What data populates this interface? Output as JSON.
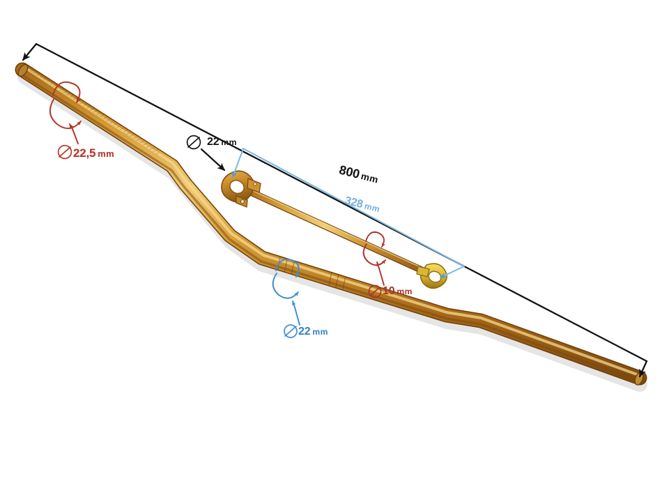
{
  "image": {
    "subject": "motorcycle handlebar with crossbar brace",
    "background_color": "#ffffff",
    "finish_color_gold": "#c8882a",
    "finish_color_gold_light": "#e3b55a",
    "finish_color_gold_dark": "#8a5a15",
    "brace_ring_color": "#e8c536"
  },
  "annotations": {
    "diameter_symbol": "⌀",
    "left_grip_diameter": {
      "value": "22,5",
      "unit": "mm",
      "color": "#b5372b",
      "target": "left-grip-end"
    },
    "clamp_diameter": {
      "value": "22",
      "unit": "mm",
      "color": "#141414",
      "target": "crossbar-clamp"
    },
    "brace_rod_diameter": {
      "value": "10",
      "unit": "mm",
      "color": "#a8332a",
      "target": "crossbar-rod"
    },
    "bar_center_diameter": {
      "value": "22",
      "unit": "mm",
      "color": "#2f7fc4",
      "target": "handlebar-center-section"
    },
    "overall_width": {
      "value": "800",
      "unit": "mm",
      "color": "#101010",
      "target": "handlebar-end-to-end"
    },
    "crossbar_width": {
      "value": "328",
      "unit": "mm",
      "color": "#74aede",
      "target": "crossbar-clamp-to-clamp"
    }
  }
}
